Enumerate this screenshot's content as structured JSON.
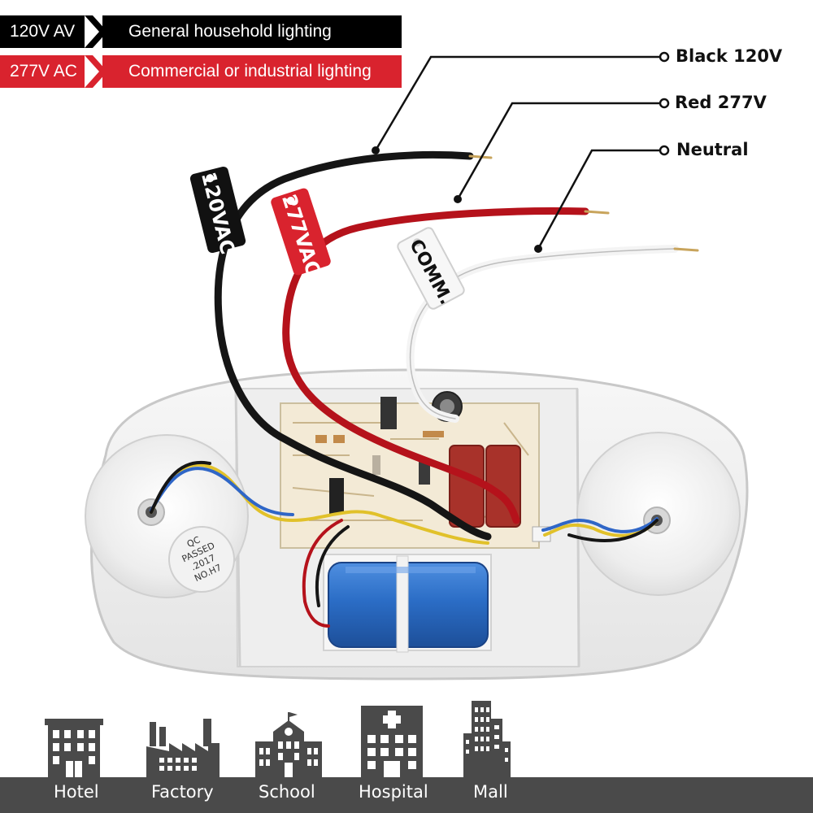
{
  "legend": {
    "rows": [
      {
        "voltage": "120V AV",
        "description": "General household lighting",
        "color": "#000000"
      },
      {
        "voltage": "277V AC",
        "description": "Commercial or industrial lighting",
        "color": "#d9232e"
      }
    ]
  },
  "wire_labels": {
    "black": "Black 120V",
    "red": "Red 277V",
    "neutral": "Neutral"
  },
  "tags": {
    "black_tag": "120VAC",
    "red_tag": "277VAC",
    "white_tag": "COMM."
  },
  "sticker": {
    "line1": "QC",
    "line2": "PASSED",
    "line3": ".2017",
    "line4": "NO.H7"
  },
  "buildings": [
    {
      "label": "Hotel",
      "icon": "hotel-icon"
    },
    {
      "label": "Factory",
      "icon": "factory-icon"
    },
    {
      "label": "School",
      "icon": "school-icon"
    },
    {
      "label": "Hospital",
      "icon": "hospital-icon"
    },
    {
      "label": "Mall",
      "icon": "mall-icon"
    }
  ],
  "colors": {
    "black_wire": "#151515",
    "red_wire": "#b5121b",
    "white_wire": "#f4f4f4",
    "icon_gray": "#4a4a4a"
  }
}
